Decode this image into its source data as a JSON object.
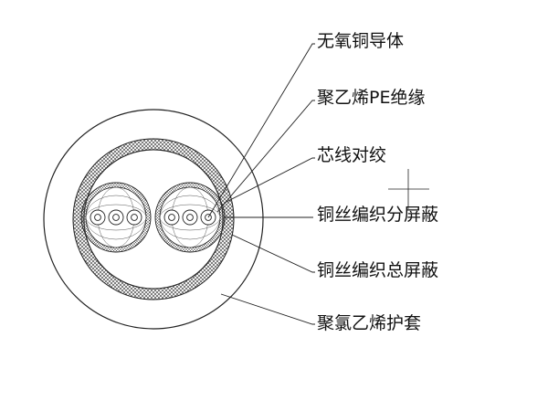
{
  "labels": {
    "conductor": "无氧铜导体",
    "insulation": "聚乙烯PE绝缘",
    "twisted_pair": "芯线对绞",
    "pair_shield": "铜丝编织分屏蔽",
    "overall_shield": "铜丝编织总屏蔽",
    "jacket": "聚氯乙烯护套"
  },
  "colors": {
    "line": "#222222",
    "text": "#111111",
    "background": "#ffffff"
  },
  "icons": [
    "cable-cross-section"
  ]
}
